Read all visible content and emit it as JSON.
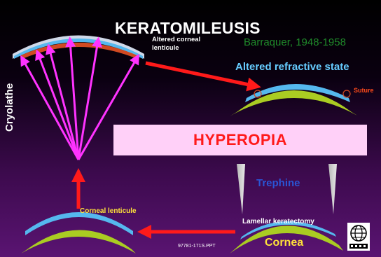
{
  "slide": {
    "title": "KERATOMILEUSIS",
    "author": "Barraquer, 1948-1958",
    "altered_lenticule_label": "Altered corneal lenticule",
    "refractive_state_label": "Altered refractive state",
    "suture_label": "Suture",
    "cryolathe_label": "Cryolathe",
    "hyperopia_label": "HYPEROPIA",
    "trephine_label": "Trephine",
    "lamellar_label": "Lamellar keratectomy",
    "cornea_label": "Cornea",
    "corneal_lenticule_label": "Corneal lenticule",
    "slide_id": "97781-171S.PPT"
  },
  "colors": {
    "cornea_green": "#aacc22",
    "cornea_blue": "#55b8ee",
    "arrow_red": "#ff1a1a",
    "ray_magenta": "#ff33ff",
    "tissue_orange": "#d04a22",
    "hyperopia_box": "#ffd0f8"
  },
  "icons": {
    "logo": "globe-logo"
  }
}
